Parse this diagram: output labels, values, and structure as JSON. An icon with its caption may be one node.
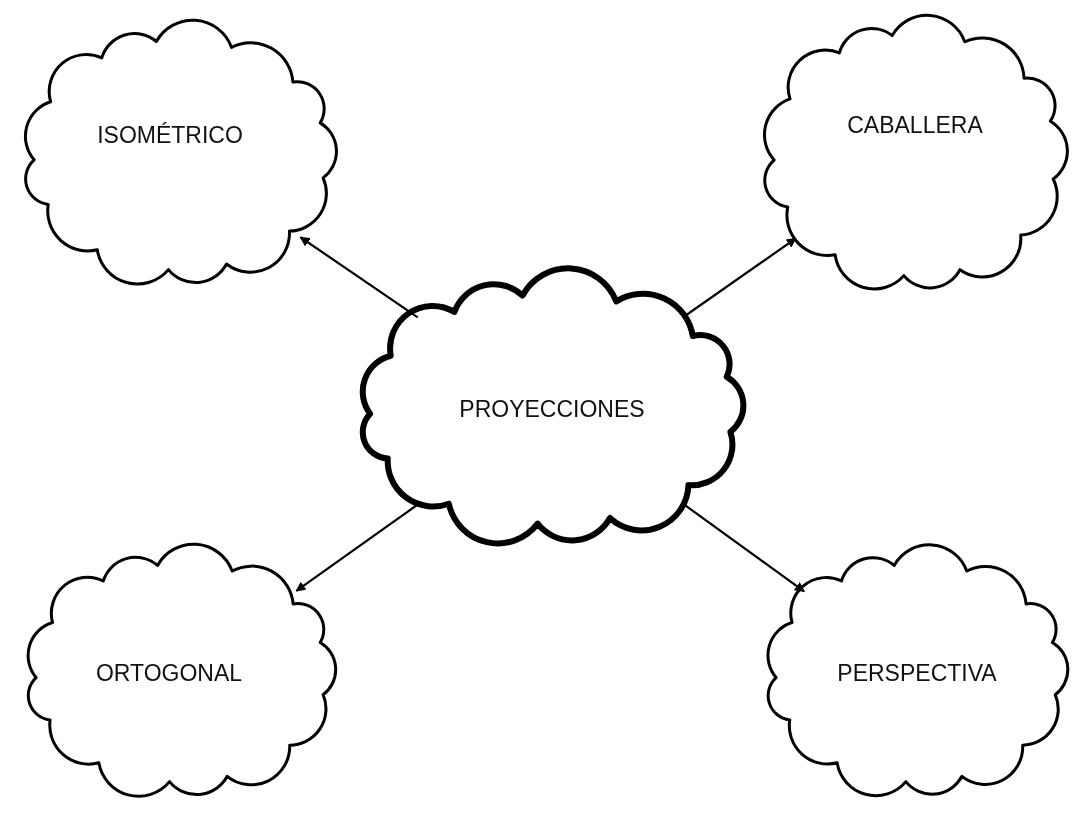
{
  "diagram": {
    "nodes": [
      {
        "text": [
          "PROYECCIONES"
        ]
      },
      {
        "text": [
          "ISOMÉTRICO"
        ]
      },
      {
        "text": [
          "CABALLERA"
        ]
      },
      {
        "text": [
          "ORTOGONAL"
        ]
      },
      {
        "text": [
          "PERSPECTIVA"
        ]
      }
    ],
    "edges": [
      {
        "from": 0,
        "to": 1,
        "arrow": "to"
      },
      {
        "from": 0,
        "to": 2,
        "arrow": "to"
      },
      {
        "from": 0,
        "to": 3,
        "arrow": "to"
      },
      {
        "from": 0,
        "to": 4,
        "arrow": "to"
      }
    ]
  }
}
